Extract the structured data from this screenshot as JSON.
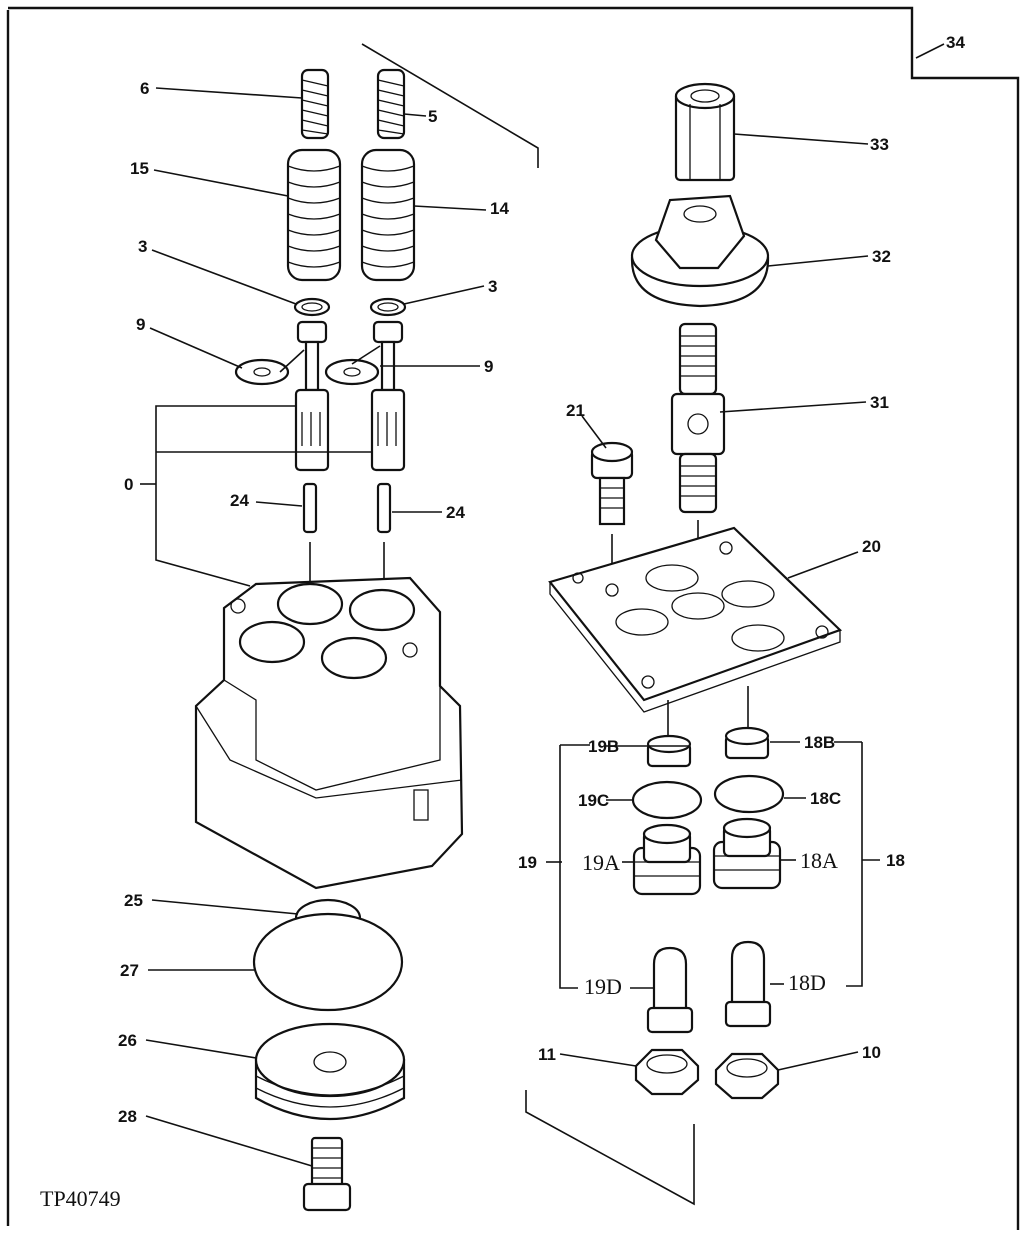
{
  "figure_code": "TP40749",
  "callouts": {
    "c34": "34",
    "c33": "33",
    "c32": "32",
    "c31": "31",
    "c21": "21",
    "c20": "20",
    "c6": "6",
    "c5": "5",
    "c15": "15",
    "c14": "14",
    "c3a": "3",
    "c3b": "3",
    "c9a": "9",
    "c9b": "9",
    "c0": "0",
    "c24a": "24",
    "c24b": "24",
    "c19B": "19B",
    "c18B": "18B",
    "c19C": "19C",
    "c18C": "18C",
    "c19": "19",
    "c19A": "19A",
    "c18A": "18A",
    "c18": "18",
    "c19D": "19D",
    "c18D": "18D",
    "c11": "11",
    "c10": "10",
    "c25": "25",
    "c27": "27",
    "c26": "26",
    "c28": "28"
  }
}
